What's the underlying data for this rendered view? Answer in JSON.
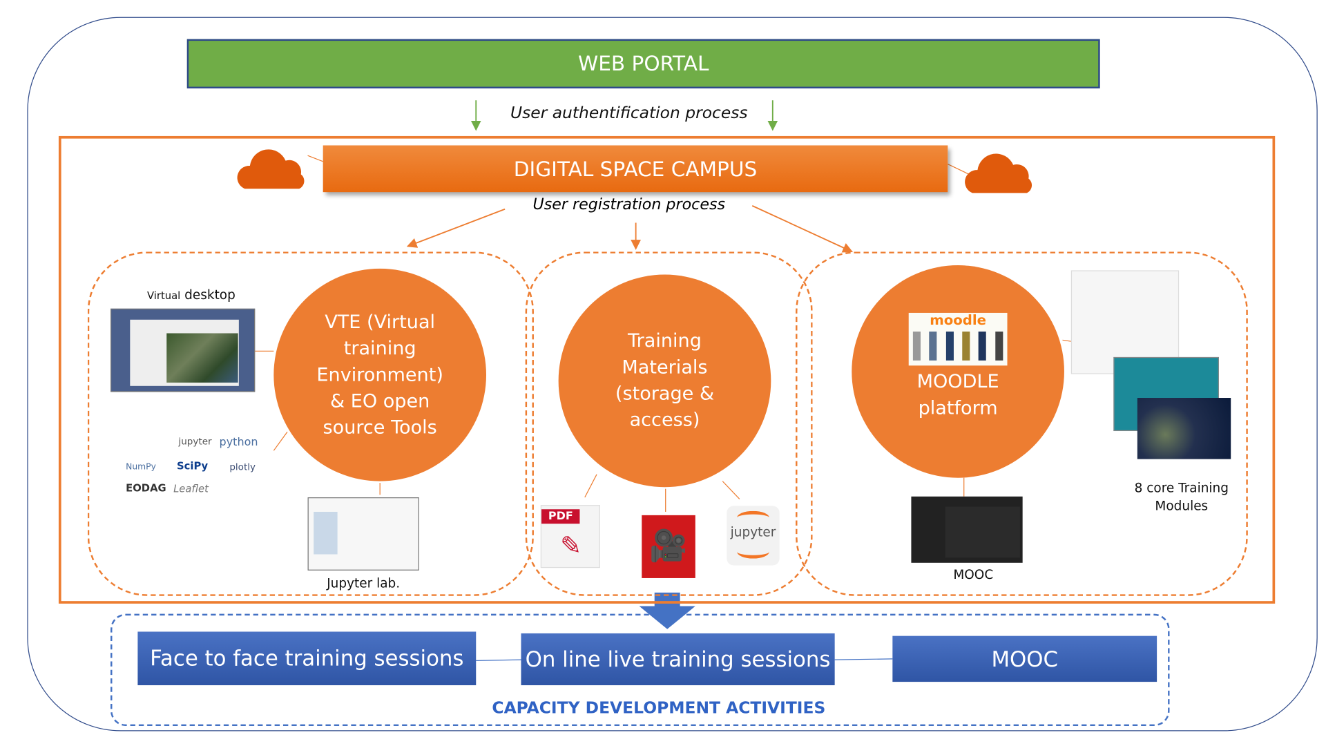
{
  "web_portal": "WEB PORTAL",
  "auth_process": "User authentification process",
  "campus_title": "DIGITAL SPACE CAMPUS",
  "registration_process": "User registration process",
  "vte": {
    "circle_text": "VTE (Virtual training Environment) & EO open source Tools",
    "virtual_desktop_prefix": "Virtual",
    "virtual_desktop_suffix": "desktop",
    "jupyter_lab": "Jupyter lab.",
    "tools": [
      "jupyter",
      "python",
      "NumPy",
      "SciPy",
      "plotly",
      "EODAG",
      "Leaflet"
    ]
  },
  "training": {
    "circle_text": "Training Materials (storage & access)",
    "pdf": "PDF",
    "jupyter": "jupyter"
  },
  "moodle": {
    "logo": "moodle",
    "circle_title": "MOODLE",
    "circle_sub": "platform",
    "mooc_label": "MOOC",
    "modules_label": "8  core Training Modules"
  },
  "activities": {
    "face_to_face": "Face to face training sessions",
    "online": "On line live training sessions",
    "mooc": "MOOC",
    "title": "CAPACITY DEVELOPMENT ACTIVITIES"
  },
  "colors": {
    "green": "#70ad47",
    "orange": "#ed7d31",
    "blue": "#2f55a5",
    "navy": "#2f4a8a"
  }
}
